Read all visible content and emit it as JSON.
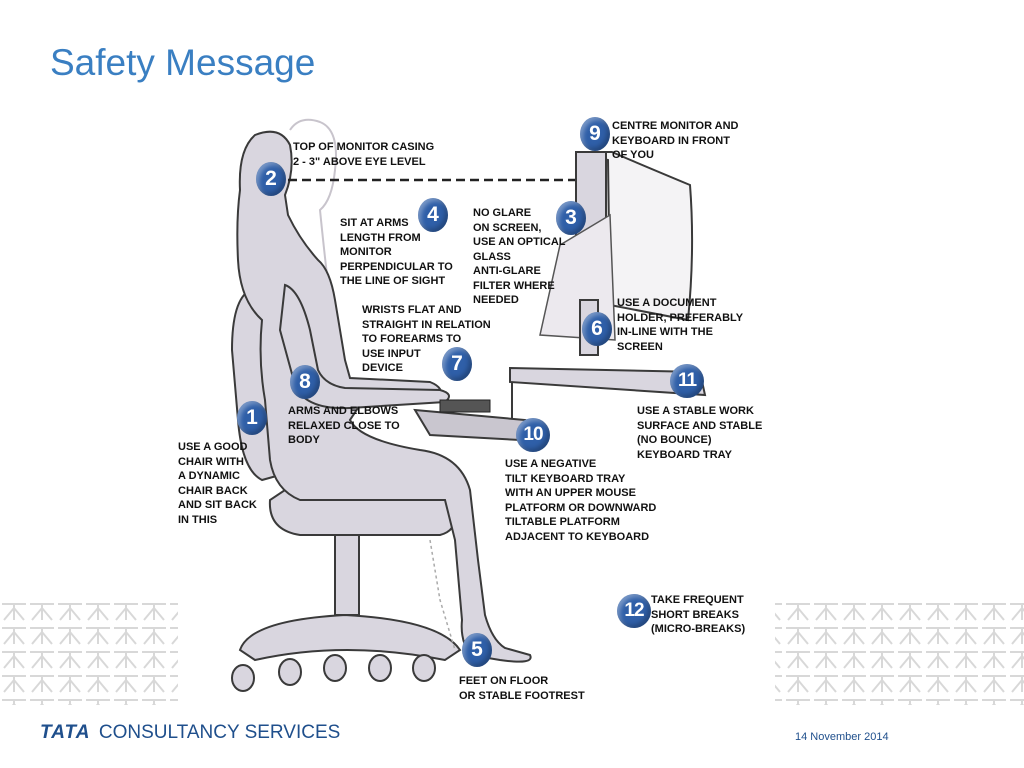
{
  "title": "Safety Message",
  "labels": {
    "l1": "USE A GOOD\nCHAIR WITH\nA DYNAMIC\nCHAIR BACK\nAND SIT BACK\nIN THIS",
    "l2": "TOP OF MONITOR CASING\n2 - 3\" ABOVE EYE LEVEL",
    "l3": "NO GLARE\nON SCREEN,\nUSE AN OPTICAL\nGLASS\nANTI-GLARE\nFILTER WHERE\nNEEDED",
    "l4": "SIT AT ARMS\nLENGTH FROM\nMONITOR\nPERPENDICULAR TO\nTHE LINE OF SIGHT",
    "l5": "FEET ON FLOOR\nOR STABLE FOOTREST",
    "l6": "USE A DOCUMENT\nHOLDER, PREFERABLY\nIN-LINE WITH THE\nSCREEN",
    "l7": "WRISTS FLAT AND\nSTRAIGHT IN RELATION\nTO FOREARMS TO\nUSE INPUT\nDEVICE",
    "l8": "ARMS AND ELBOWS\nRELAXED CLOSE TO\nBODY",
    "l9": "CENTRE MONITOR AND\nKEYBOARD IN FRONT\nOF YOU",
    "l10": "USE A NEGATIVE\nTILT KEYBOARD TRAY\nWITH AN UPPER MOUSE\nPLATFORM OR DOWNWARD\nTILTABLE PLATFORM\nADJACENT TO KEYBOARD",
    "l11": "USE A STABLE WORK\nSURFACE AND STABLE\n(NO BOUNCE)\nKEYBOARD TRAY",
    "l12": "TAKE FREQUENT\nSHORT BREAKS\n(MICRO-BREAKS)"
  },
  "badges": {
    "b1": "1",
    "b2": "2",
    "b3": "3",
    "b4": "4",
    "b5": "5",
    "b6": "6",
    "b7": "7",
    "b8": "8",
    "b9": "9",
    "b10": "10",
    "b11": "11",
    "b12": "12"
  },
  "footer": {
    "logo_mark": "TATA",
    "logo_text": "CONSULTANCY SERVICES",
    "date": "14 November 2014"
  },
  "colors": {
    "title": "#3a7fc2",
    "badge": "#2f5fa8",
    "figure": "#d9d6df",
    "footer": "#1f4f8c"
  }
}
